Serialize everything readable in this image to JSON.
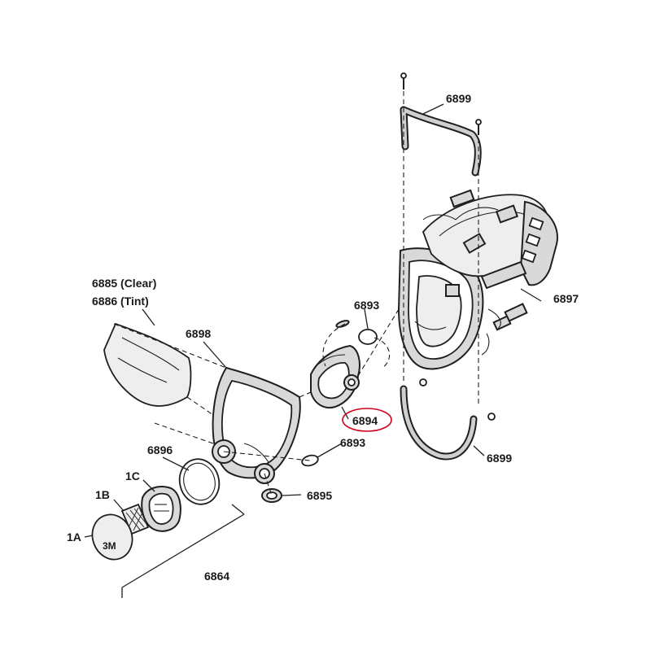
{
  "labels": {
    "p6899_top": "6899",
    "p6899_bottom": "6899",
    "p6897": "6897",
    "p6885": "6885 (Clear)",
    "p6886": "6886 (Tint)",
    "p6898": "6898",
    "p6893_top": "6893",
    "p6893_mid": "6893",
    "p6894": "6894",
    "p6896": "6896",
    "p6895": "6895",
    "p1C": "1C",
    "p1B": "1B",
    "p1A": "1A",
    "p6864": "6864",
    "logo": "3M"
  },
  "colors": {
    "highlight": "#d0021b",
    "line": "#1f1f1f",
    "fill": "#d9d9d9"
  }
}
